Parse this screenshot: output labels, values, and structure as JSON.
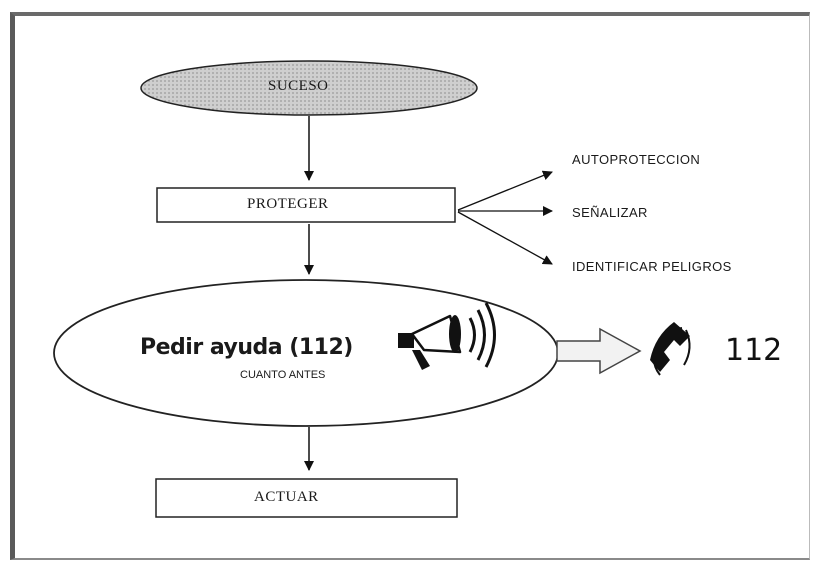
{
  "nodes": {
    "suceso": "SUCESO",
    "proteger": "PROTEGER",
    "pedir_ayuda": "Pedir ayuda (112)",
    "cuanto_antes": "CUANTO ANTES",
    "actuar": "ACTUAR"
  },
  "branches": [
    "AUTOPROTECCION",
    "SEÑALIZAR",
    "IDENTIFICAR PELIGROS"
  ],
  "phone": {
    "number": "112"
  },
  "icons": [
    "megaphone-icon",
    "phone-icon"
  ],
  "colors": {
    "line": "#111111",
    "ellipse_fill": "#c8c8c8",
    "frame": "#6a6a6a"
  }
}
